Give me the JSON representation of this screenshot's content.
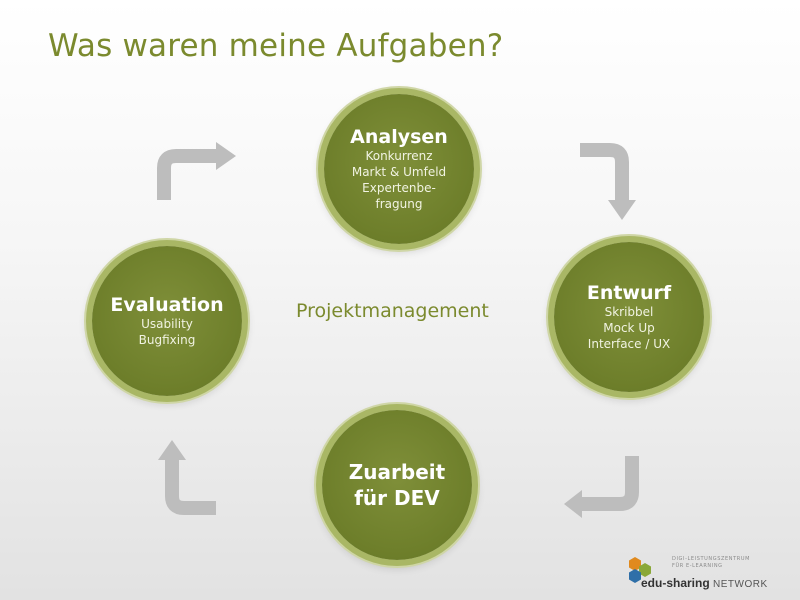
{
  "slide": {
    "title": "Was waren meine Aufgaben?",
    "center_label": "Projektmanagement"
  },
  "nodes": {
    "analysen": {
      "heading": "Analysen",
      "items": [
        "Konkurrenz",
        "Markt & Umfeld",
        "Expertenbe-",
        "fragung"
      ]
    },
    "entwurf": {
      "heading": "Entwurf",
      "items": [
        "Skribbel",
        "Mock Up",
        "Interface / UX"
      ]
    },
    "zuarbeit": {
      "heading_lines": [
        "Zuarbeit",
        "für DEV"
      ]
    },
    "evaluation": {
      "heading": "Evaluation",
      "items": [
        "Usability",
        "Bugfixing"
      ]
    }
  },
  "logo": {
    "tagline_1": "DIGI-LEISTUNGSZENTRUM",
    "tagline_2": "FÜR E-LEARNING",
    "brand_bold": "edu-sharing",
    "brand_suffix": "NETWORK"
  },
  "colors": {
    "title_green": "#7b8a2e",
    "circle_green": "#6d7e2a",
    "ring_green": "#a9b765",
    "arrow_grey": "#bdbdbd"
  }
}
